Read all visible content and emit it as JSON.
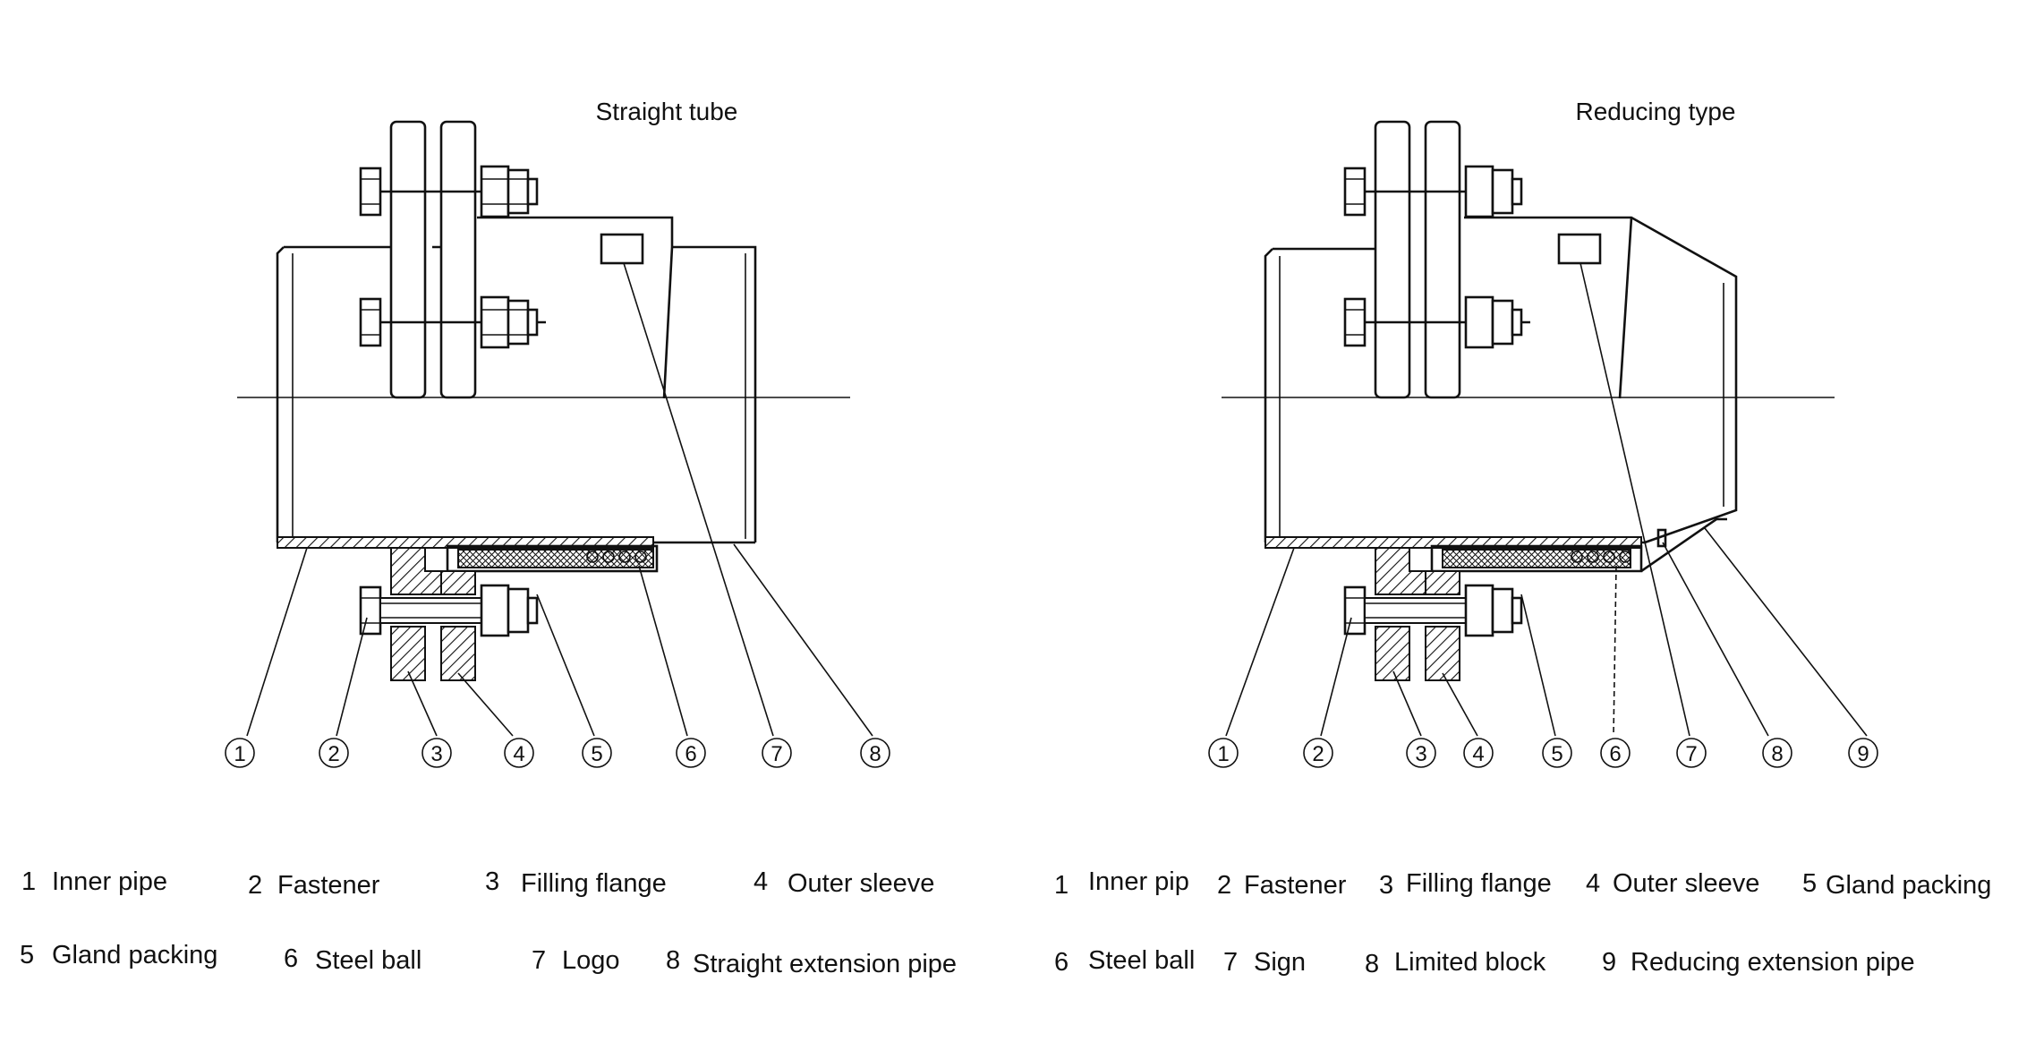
{
  "left_diagram": {
    "title": "Straight tube",
    "callouts": [
      "1",
      "2",
      "3",
      "4",
      "5",
      "6",
      "7",
      "8"
    ],
    "legend": {
      "row1": [
        {
          "num": "1",
          "text": "Inner pipe"
        },
        {
          "num": "2",
          "text": "Fastener"
        },
        {
          "num": "3",
          "text": "Filling flange"
        },
        {
          "num": "4",
          "text": "Outer sleeve"
        }
      ],
      "row2": [
        {
          "num": "5",
          "text": "Gland packing"
        },
        {
          "num": "6",
          "text": "Steel ball"
        },
        {
          "num": "7",
          "text": "Logo"
        },
        {
          "num": "8",
          "text": "Straight extension pipe"
        }
      ]
    }
  },
  "right_diagram": {
    "title": "Reducing type",
    "callouts": [
      "1",
      "2",
      "3",
      "4",
      "5",
      "6",
      "7",
      "8",
      "9"
    ],
    "legend": {
      "row1": [
        {
          "num": "1",
          "text": "Inner pip"
        },
        {
          "num": "2",
          "text": "Fastener"
        },
        {
          "num": "3",
          "text": "Filling flange"
        },
        {
          "num": "4",
          "text": "Outer sleeve"
        },
        {
          "num": "5",
          "text": "Gland packing"
        }
      ],
      "row2": [
        {
          "num": "6",
          "text": "Steel ball"
        },
        {
          "num": "7",
          "text": "Sign"
        },
        {
          "num": "8",
          "text": "Limited block"
        },
        {
          "num": "9",
          "text": "Reducing extension pipe"
        }
      ]
    }
  }
}
